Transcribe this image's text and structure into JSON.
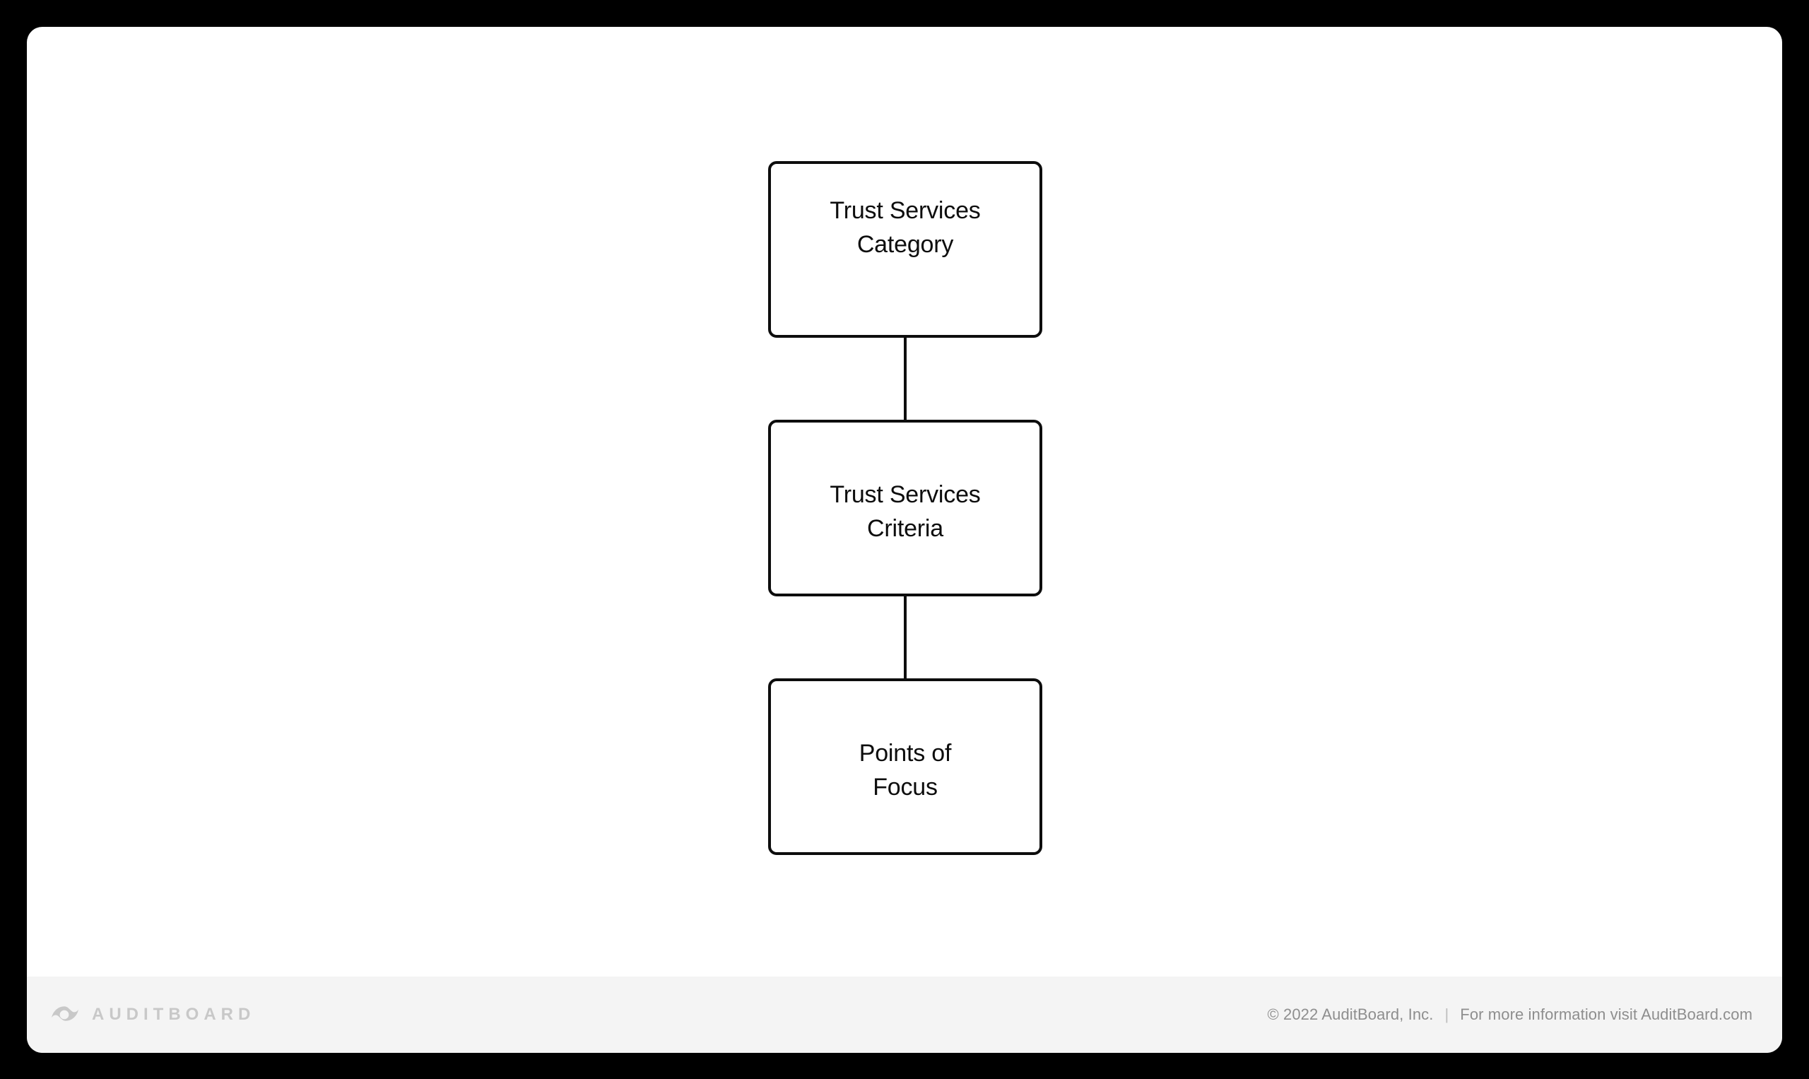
{
  "page": {
    "background_color": "#000000",
    "card_background": "#ffffff"
  },
  "diagram": {
    "type": "flowchart-vertical",
    "stroke_color": "#0d0d0d",
    "nodes": [
      {
        "id": "trust-services-category",
        "label": "Trust Services\nCategory"
      },
      {
        "id": "trust-services-criteria",
        "label": "Trust Services\nCriteria"
      },
      {
        "id": "points-of-focus",
        "label": "Points of\nFocus"
      }
    ],
    "connectors": [
      {
        "from": "trust-services-category",
        "to": "trust-services-criteria"
      },
      {
        "from": "trust-services-criteria",
        "to": "points-of-focus"
      }
    ]
  },
  "footer": {
    "background_color": "#f4f4f4",
    "brand": {
      "wordmark": "AUDITBOARD",
      "mark_color": "#c8c8c8",
      "wordmark_color": "#c8c8c8"
    },
    "legal": {
      "copyright": "© 2022  AuditBoard, Inc.",
      "separator": "|",
      "info": "For more information visit AuditBoard.com",
      "text_color": "#8e8e8e"
    }
  }
}
